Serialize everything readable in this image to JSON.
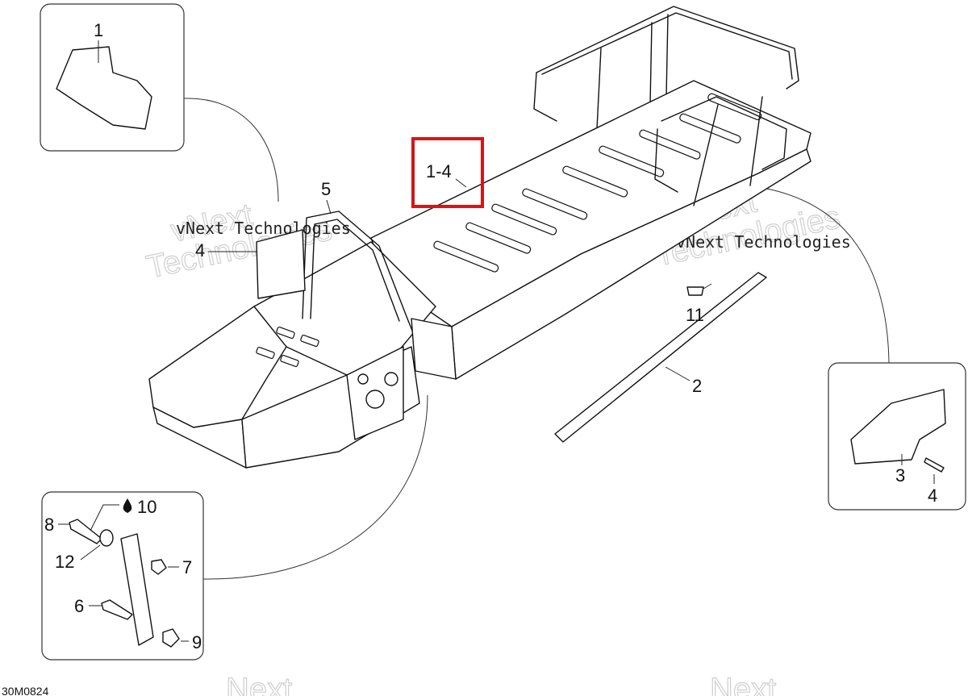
{
  "diagram": {
    "drawing_code": "30M0824",
    "highlight_label": "1-4",
    "watermark": {
      "text_small": "vNext Technologies",
      "text_large_1": "vNext",
      "text_large_2": "Technologies",
      "text_bottom": "Next"
    },
    "callouts": {
      "c1": "1",
      "c2": "2",
      "c3": "3",
      "c4_left": "4",
      "c4_right": "4",
      "c5": "5",
      "c6": "6",
      "c7": "7",
      "c8": "8",
      "c9": "9",
      "c10": "10",
      "c11": "11",
      "c12": "12"
    }
  }
}
